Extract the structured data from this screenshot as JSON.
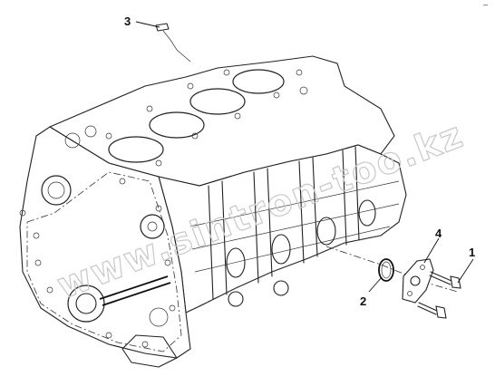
{
  "callouts": [
    {
      "id": "1",
      "label": "1"
    },
    {
      "id": "2",
      "label": "2"
    },
    {
      "id": "3",
      "label": "3"
    },
    {
      "id": "4",
      "label": "4"
    }
  ],
  "watermark": "www.sintron-too.kz",
  "corner_mark": "–"
}
